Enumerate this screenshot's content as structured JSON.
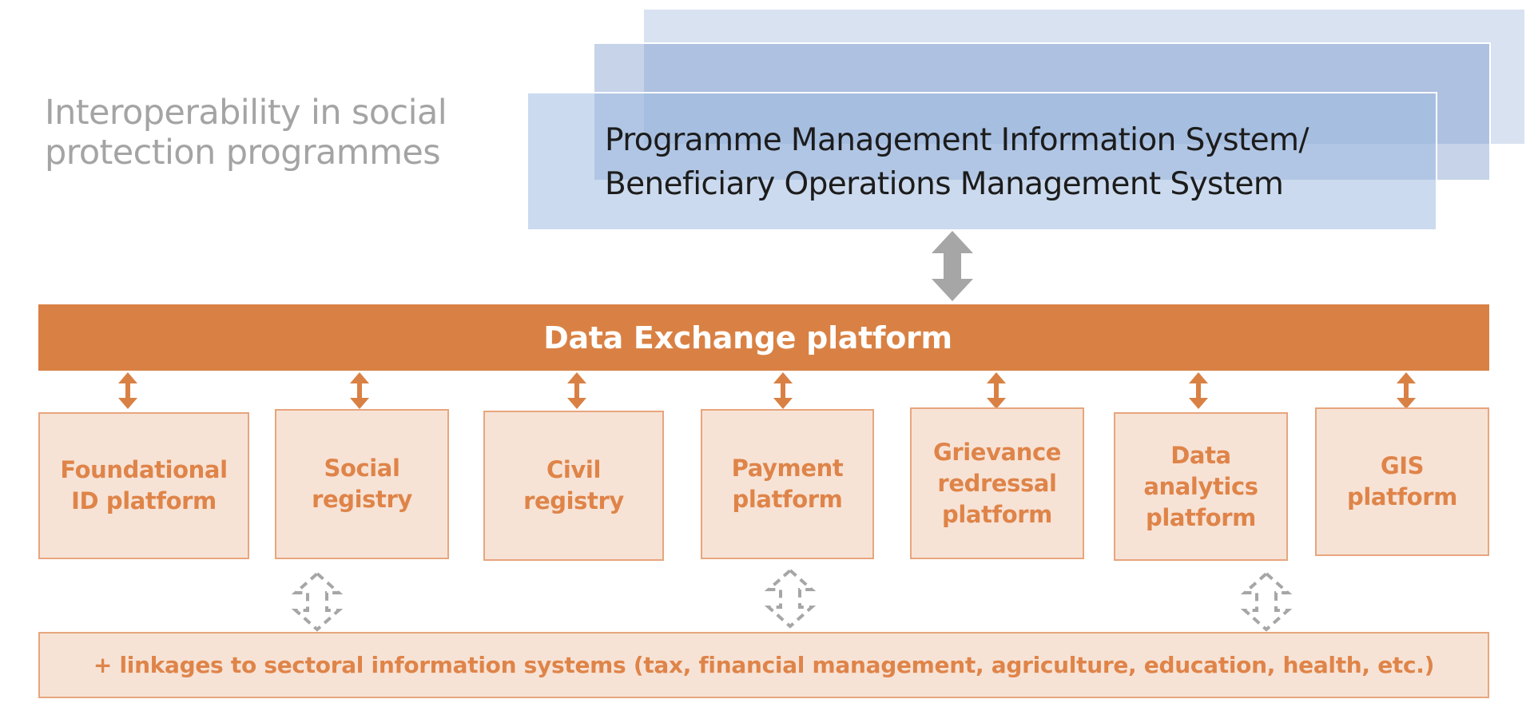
{
  "title": {
    "line1": "Interoperability in social",
    "line2": "protection programmes"
  },
  "mis": {
    "line1": "Programme Management Information System/",
    "line2": "Beneficiary Operations Management System"
  },
  "data_exchange": {
    "label": "Data Exchange platform"
  },
  "platforms": [
    {
      "label": "Foundational\nID platform"
    },
    {
      "label": "Social\nregistry"
    },
    {
      "label": "Civil\nregistry"
    },
    {
      "label": "Payment\nplatform"
    },
    {
      "label": "Grievance\nredressal\nplatform"
    },
    {
      "label": "Data\nanalytics\nplatform"
    },
    {
      "label": "GIS\nplatform"
    }
  ],
  "linkages": {
    "label": "+ linkages to sectoral information systems (tax, financial management, agriculture, education, health, etc.)"
  },
  "colors": {
    "orange": "#d98144",
    "orange_text": "#df8449",
    "box_fill": "#f7e3d6",
    "box_border": "#e8a57d",
    "blue_layer": "#a0bce0",
    "gray_arrow": "#a6a6a6"
  }
}
